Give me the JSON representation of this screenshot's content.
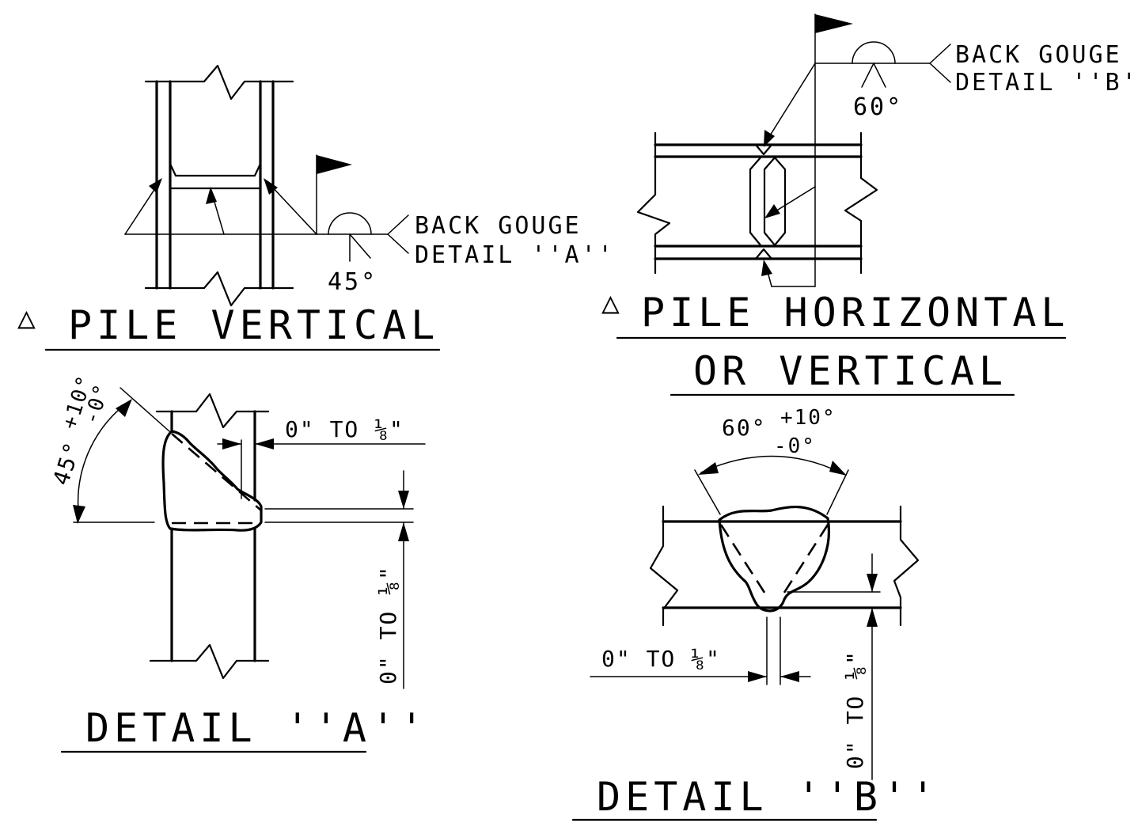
{
  "titles": {
    "pile_vertical": "PILE VERTICAL",
    "pile_horizontal_1": "PILE HORIZONTAL",
    "pile_horizontal_2": "OR VERTICAL",
    "detail_a": "DETAIL ''A''",
    "detail_b": "DETAIL ''B''",
    "triangle_symbol": "△"
  },
  "callouts": {
    "left": {
      "line1": "BACK GOUGE",
      "line2": "DETAIL ''A''",
      "angle": "45°"
    },
    "right": {
      "line1": "BACK GOUGE",
      "line2": "DETAIL ''B''",
      "angle": "60°"
    }
  },
  "detail_a": {
    "bevel_angle": "45°",
    "tolerance_plus": "+10°",
    "tolerance_minus": "-0°",
    "root_gap_label": "0\" TO ⅛\"",
    "root_face_label": "0\" TO ⅛\""
  },
  "detail_b": {
    "groove_angle": "60°",
    "tolerance_plus": "+10°",
    "tolerance_minus": "-0°",
    "root_gap_label": "0\" TO ⅛\"",
    "root_face_label": "0\" TO ⅛\""
  }
}
